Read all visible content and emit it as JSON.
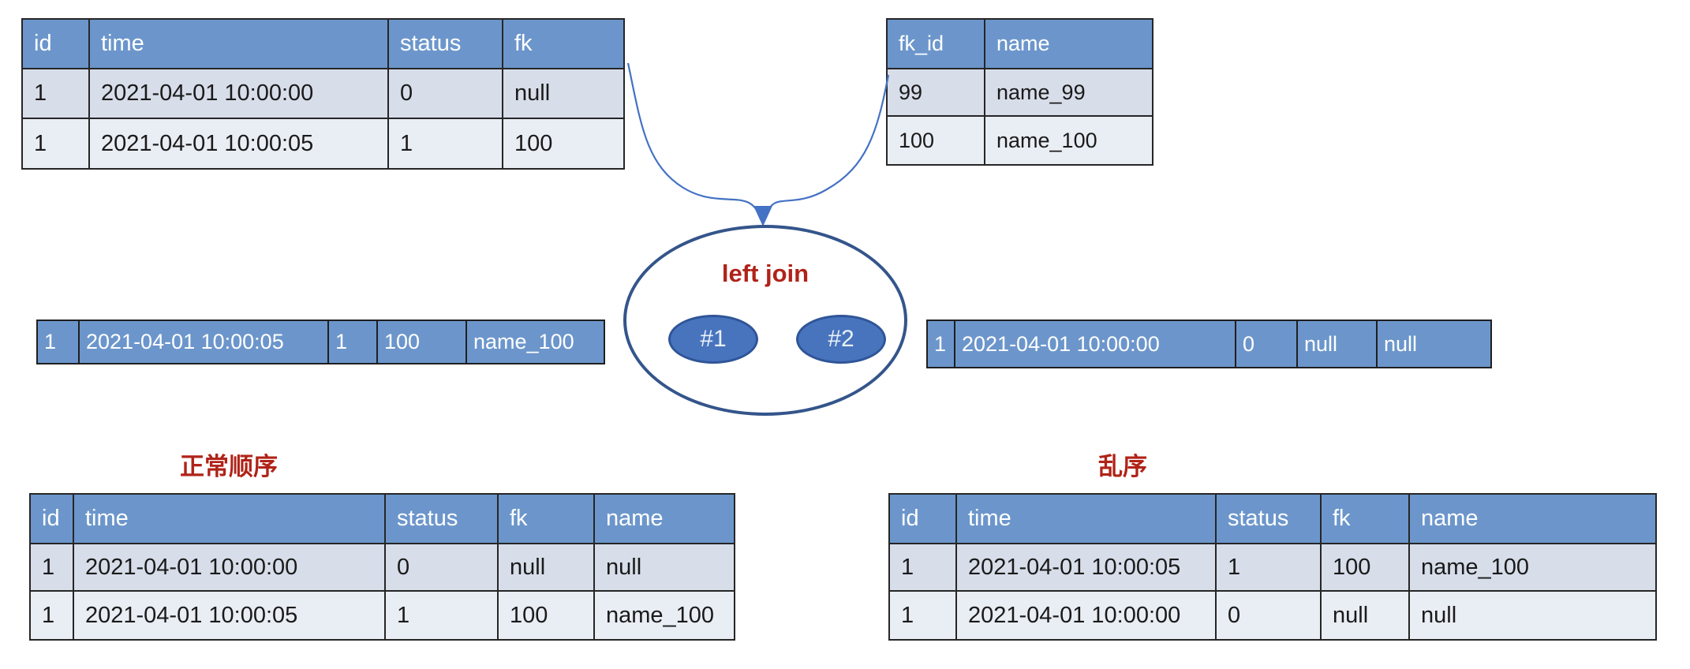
{
  "colors": {
    "header_blue": "#6C96CB",
    "row_band_dark": "#D7DDE9",
    "row_band_light": "#E9EDF4",
    "accent_red": "#B02318",
    "ellipse_stroke": "#34558B",
    "inner_ellipse_fill": "#4874BE",
    "arrow_blue": "#4472C4",
    "table_border": "#262626"
  },
  "join": {
    "label": "left join",
    "input1": "#1",
    "input2": "#2"
  },
  "tables": {
    "t1": {
      "headers": [
        "id",
        "time",
        "status",
        "fk"
      ],
      "rows": [
        [
          "1",
          "2021-04-01 10:00:00",
          "0",
          "null"
        ],
        [
          "1",
          "2021-04-01 10:00:05",
          "1",
          "100"
        ]
      ]
    },
    "t2": {
      "headers": [
        "fk_id",
        "name"
      ],
      "rows": [
        [
          "99",
          "name_99"
        ],
        [
          "100",
          "name_100"
        ]
      ]
    },
    "m1": {
      "cells": [
        "1",
        "2021-04-01 10:00:05",
        "1",
        "100",
        "name_100"
      ]
    },
    "m2": {
      "cells": [
        "1",
        "2021-04-01 10:00:00",
        "0",
        "null",
        "null"
      ]
    },
    "b1": {
      "label": "正常顺序",
      "headers": [
        "id",
        "time",
        "status",
        "fk",
        "name"
      ],
      "rows": [
        [
          "1",
          "2021-04-01 10:00:00",
          "0",
          "null",
          "null"
        ],
        [
          "1",
          "2021-04-01 10:00:05",
          "1",
          "100",
          "name_100"
        ]
      ]
    },
    "b2": {
      "label": "乱序",
      "headers": [
        "id",
        "time",
        "status",
        "fk",
        "name"
      ],
      "rows": [
        [
          "1",
          "2021-04-01 10:00:05",
          "1",
          "100",
          "name_100"
        ],
        [
          "1",
          "2021-04-01 10:00:00",
          "0",
          "null",
          "null"
        ]
      ]
    }
  }
}
